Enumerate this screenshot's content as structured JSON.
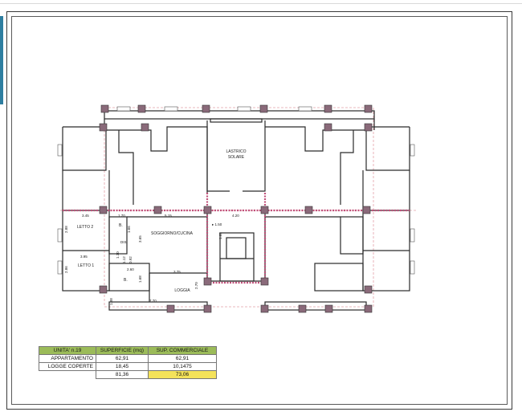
{
  "plan": {
    "rooms": {
      "lastrico_line1": "LASTRICO",
      "lastrico_line2": "SOLARE",
      "letto2": "LETTO 2",
      "letto1": "LETTO 1",
      "soggiorno": "SOGGIORNO/CUCINA",
      "loggia": "LOGGIA",
      "bagno_top": "B.",
      "bagno_bottom": "B.",
      "disimpegno": "DIS."
    },
    "dimensions": {
      "d345": "3.45",
      "d170": "1.70",
      "d515": "5.15",
      "d420": "4.20",
      "d288": "2.88",
      "d395": "3.95",
      "d166": "1.66",
      "d365": "3.65",
      "d110": "1.10",
      "d112": "1.12",
      "d092": "0.92",
      "d260": "2.60",
      "d375": "3.75",
      "d286": "2.86",
      "d270": "2.70",
      "d168": "1.68",
      "d770": "7.70",
      "d188": "1.88",
      "d165": "1.65",
      "d150": "1.50",
      "arrow": "1.50"
    }
  },
  "table": {
    "headers": [
      "UNITA' n.19",
      "SUPERFICIE (mq)",
      "SUP. COMMERCIALE"
    ],
    "rows": [
      {
        "label": "APPARTAMENTO",
        "superficie": "62,91",
        "commerciale": "62,91"
      },
      {
        "label": "LOGGE COPERTE",
        "superficie": "18,45",
        "commerciale": "10,1475"
      }
    ],
    "totals": {
      "superficie": "81,36",
      "commerciale": "73,06"
    },
    "highlight_color": "#f4e25a",
    "header_color": "#9bbb59"
  }
}
